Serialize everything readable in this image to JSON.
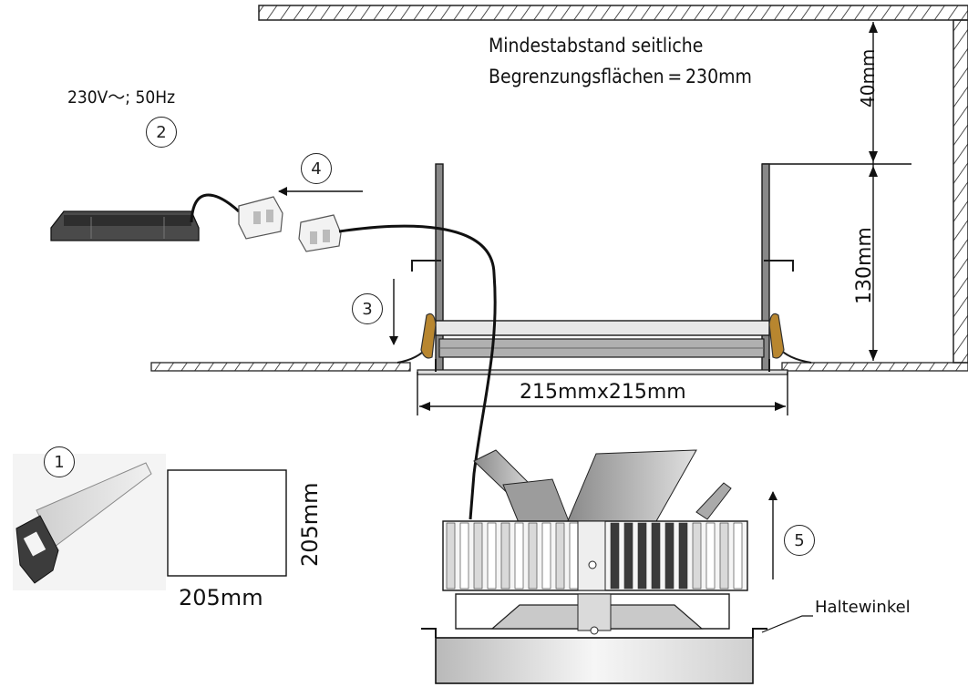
{
  "labels": {
    "min_distance_line1": "Mindestabstand seitliche",
    "min_distance_line2": "Begrenzungsflächen = 230mm",
    "voltage": "230V～; 50Hz",
    "dim_40": "40mm",
    "dim_130": "130mm",
    "dim_opening": "215mmx215mm",
    "cutout_width": "205mm",
    "cutout_height": "205mm",
    "bracket": "Haltewinkel"
  },
  "steps": [
    "1",
    "2",
    "3",
    "4",
    "5"
  ],
  "colors": {
    "line": "#1a1a1a",
    "hatch": "#222222",
    "clip": "#b8862f",
    "fin_dark": "#3a3a3a",
    "fin_light": "#d9d9d9",
    "metal": "#9a9a9a"
  }
}
